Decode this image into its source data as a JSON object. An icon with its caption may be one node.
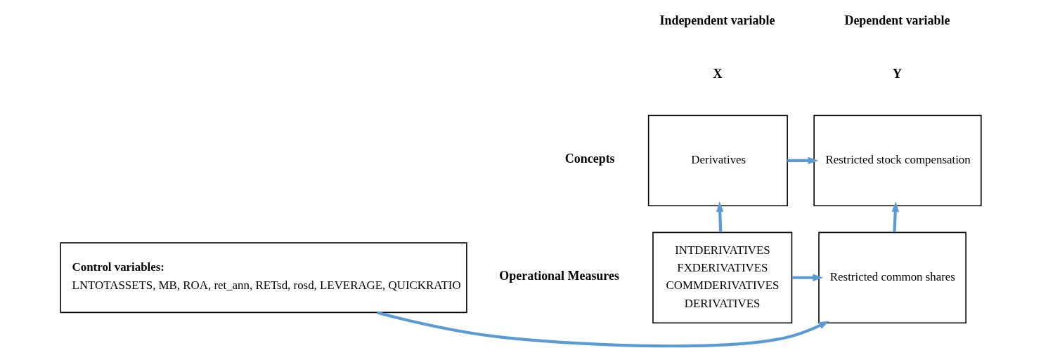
{
  "diagram": {
    "nodes": [
      {
        "text": [
          "Derivatives"
        ]
      },
      {
        "text": [
          "Restricted stock compensation"
        ]
      },
      {
        "text": [
          "INTDERIVATIVES",
          "FXDERIVATIVES",
          "COMMDERIVATIVES",
          "DERIVATIVES"
        ]
      },
      {
        "text": [
          "Restricted common shares"
        ]
      },
      {
        "text": [
          "Control variables:",
          "LNTOTASSETS, MB, ROA, ret_ann, RETsd, rosd, LEVERAGE, QUICKRATIO"
        ]
      }
    ],
    "edges": [
      {
        "from": 0,
        "to": 1,
        "arrow": "to"
      },
      {
        "from": 2,
        "to": 0,
        "arrow": "to"
      },
      {
        "from": 3,
        "to": 1,
        "arrow": "to"
      },
      {
        "from": 2,
        "to": 3,
        "arrow": "to"
      },
      {
        "from": 4,
        "to": 3,
        "arrow": "to"
      }
    ],
    "labels": [
      "Independent variable",
      "Dependent variable",
      "X",
      "Y",
      "Concepts",
      "Operational Measures"
    ]
  }
}
